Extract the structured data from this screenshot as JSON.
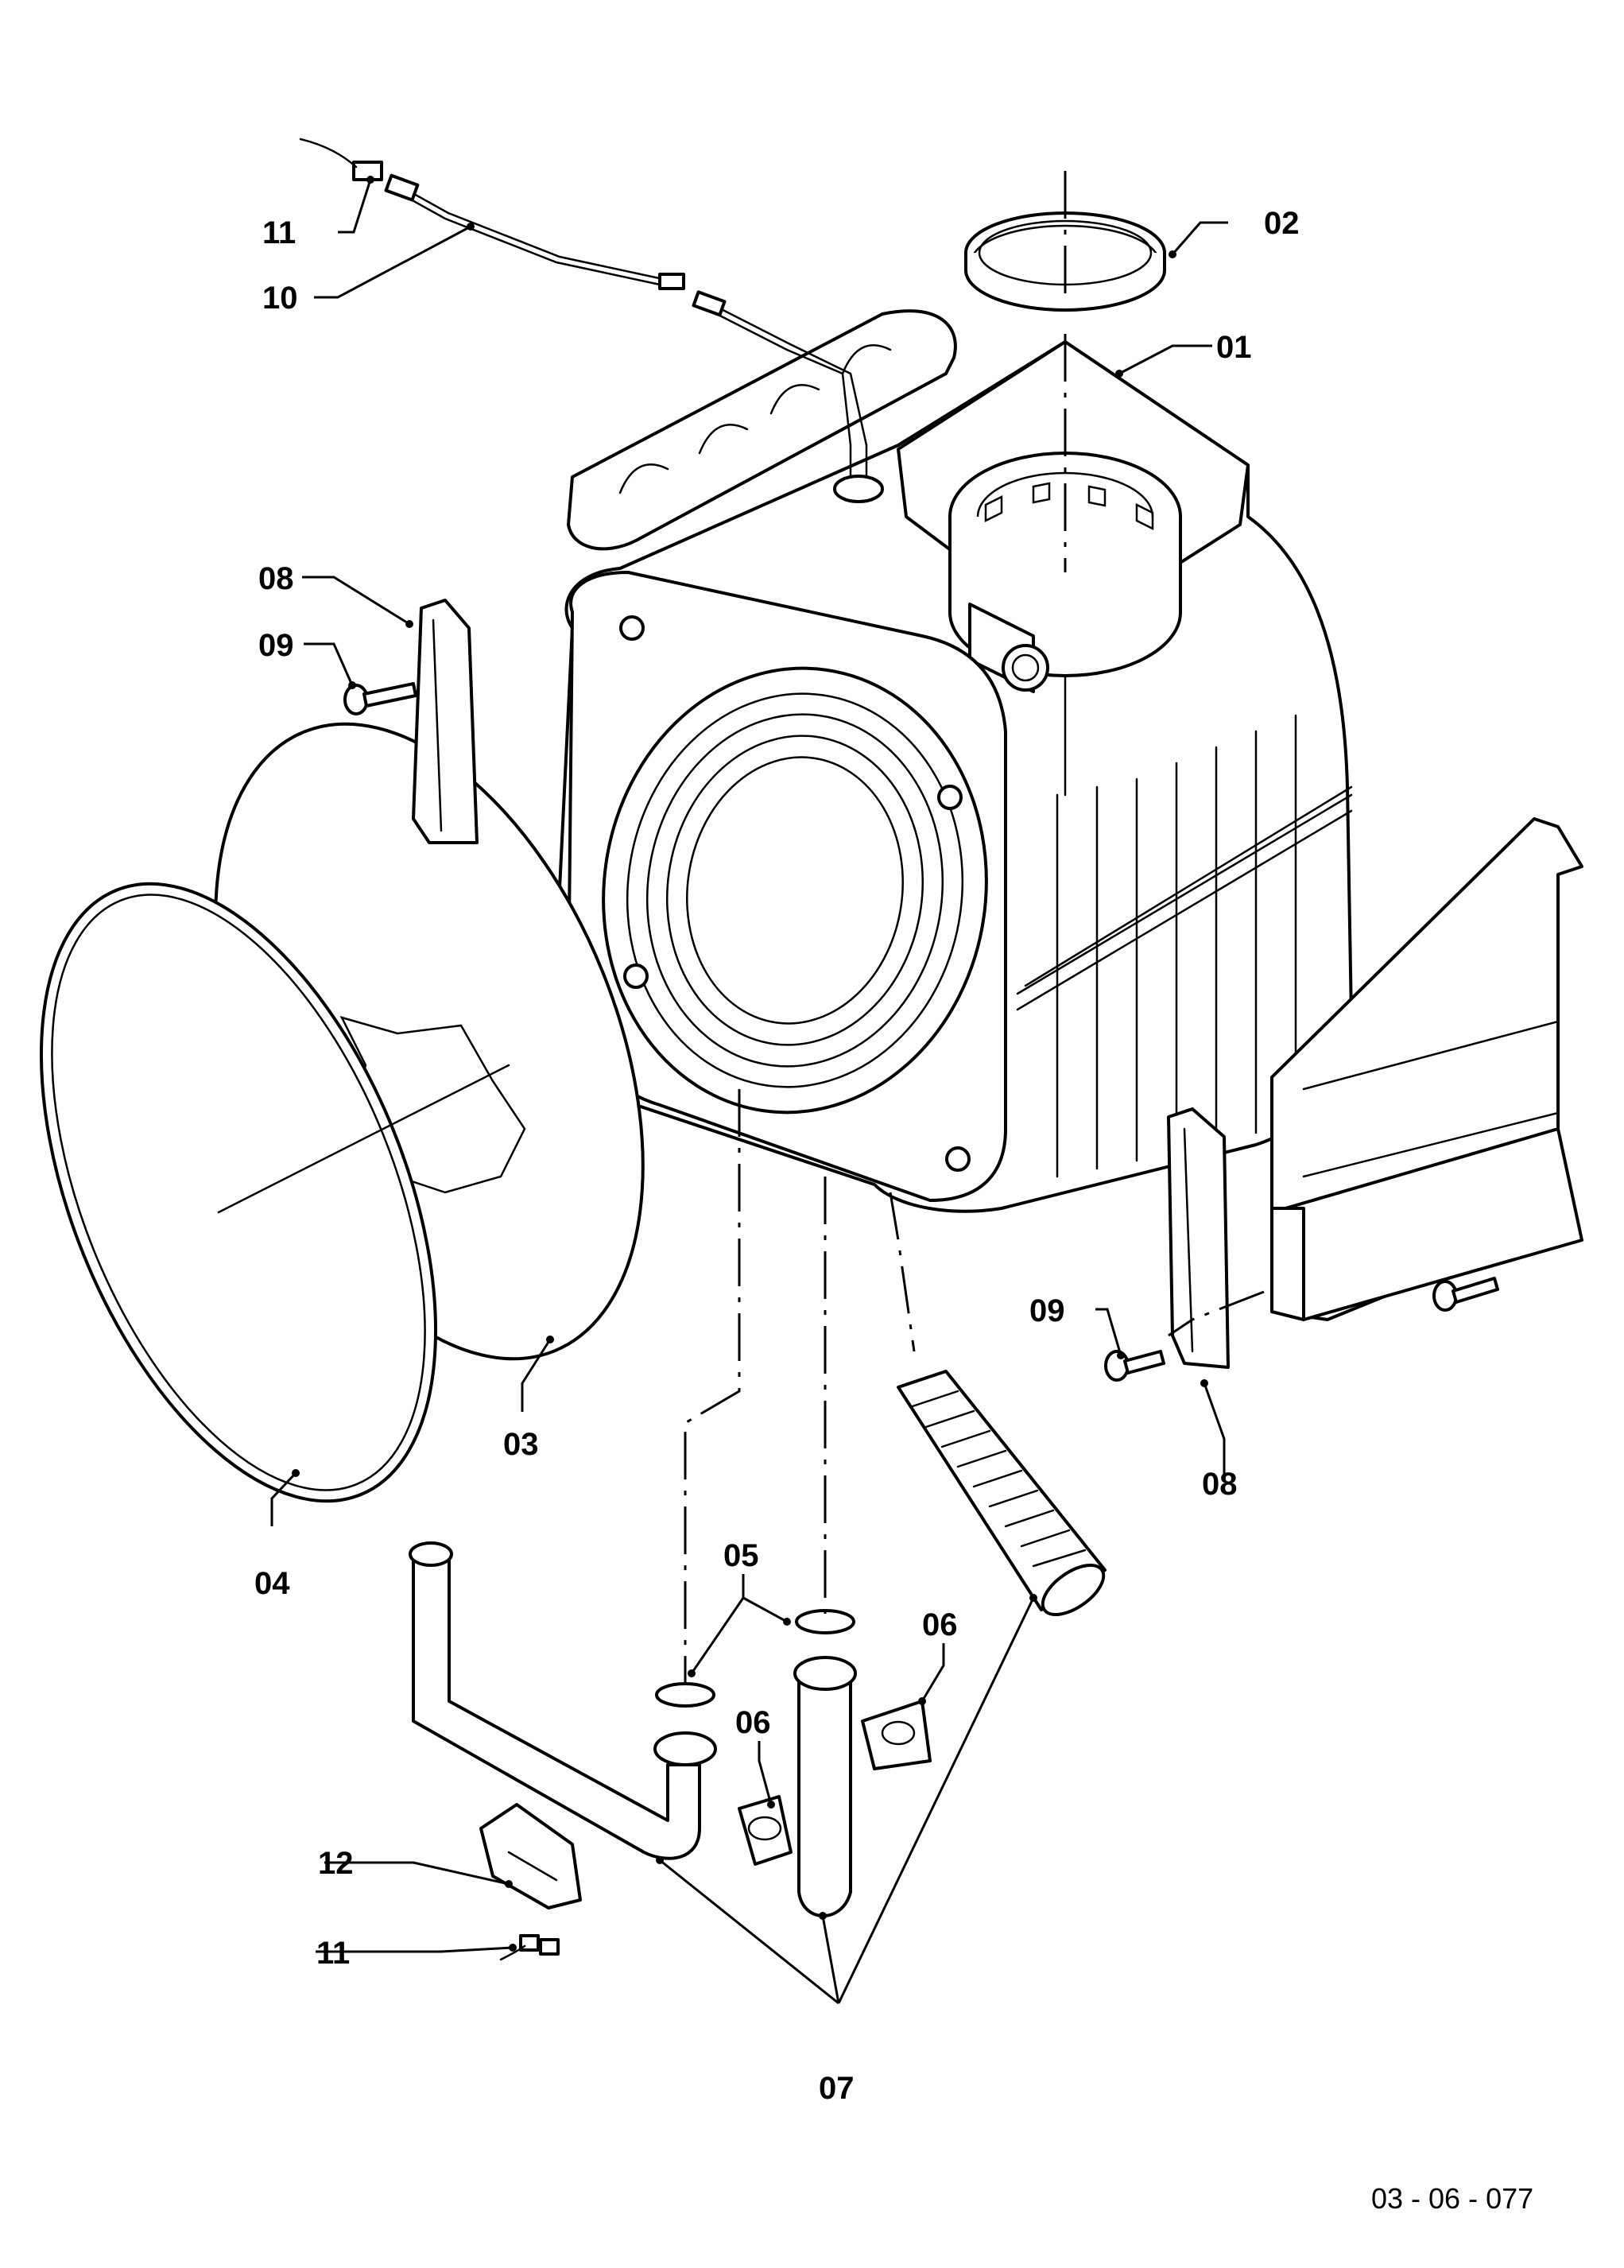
{
  "labels": {
    "p01": "01",
    "p02": "02",
    "p03": "03",
    "p04": "04",
    "p05": "05",
    "p06a": "06",
    "p06b": "06",
    "p07": "07",
    "p08a": "08",
    "p08b": "08",
    "p09a": "09",
    "p09b": "09",
    "p10": "10",
    "p11a": "11",
    "p11b": "11",
    "p12": "12"
  },
  "reference": "03 - 06 - 077"
}
